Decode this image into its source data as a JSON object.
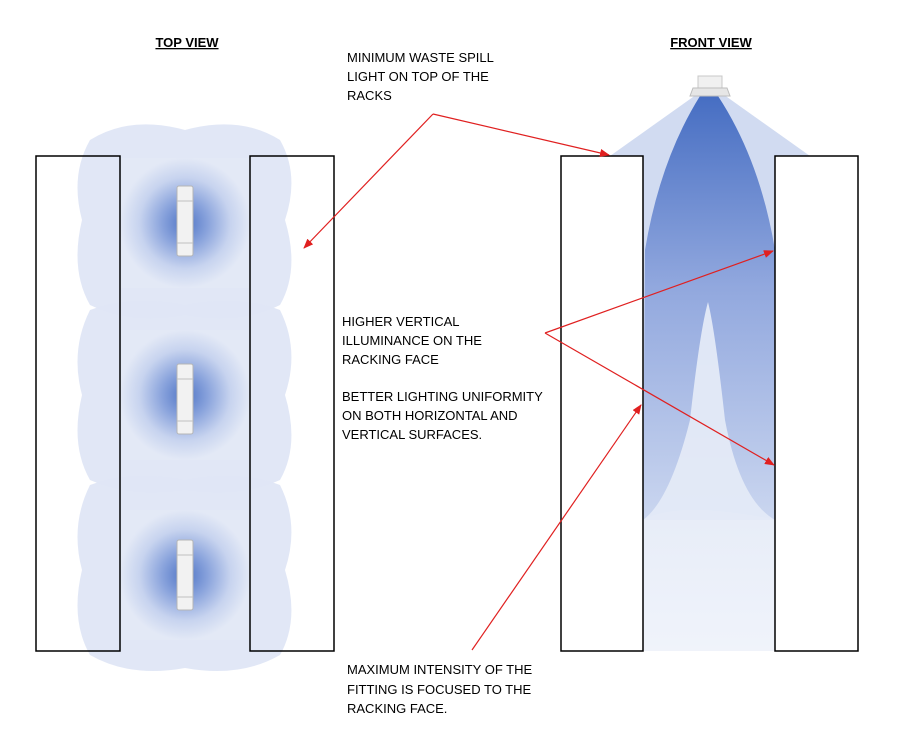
{
  "top_view": {
    "title": "TOP VIEW"
  },
  "front_view": {
    "title": "FRONT VIEW"
  },
  "annotations": {
    "waste_spill": [
      "MINIMUM WASTE SPILL",
      "LIGHT ON TOP OF THE",
      "RACKS"
    ],
    "vertical_illuminance": [
      "HIGHER  VERTICAL",
      "ILLUMINANCE ON THE",
      "RACKING FACE"
    ],
    "uniformity": [
      "BETTER LIGHTING UNIFORMITY",
      "ON BOTH HORIZONTAL AND",
      "VERTICAL SURFACES."
    ],
    "max_intensity": [
      "MAXIMUM INTENSITY OF THE",
      "FITTING IS FOCUSED TO THE",
      "RACKING FACE."
    ]
  },
  "colors": {
    "light_core": "#4a72c4",
    "light_mid": "#8fa6de",
    "light_pale": "#dfe6f5",
    "rack_outline": "#000000",
    "arrow": "#e02020",
    "fixture": "#f2f2f2"
  }
}
